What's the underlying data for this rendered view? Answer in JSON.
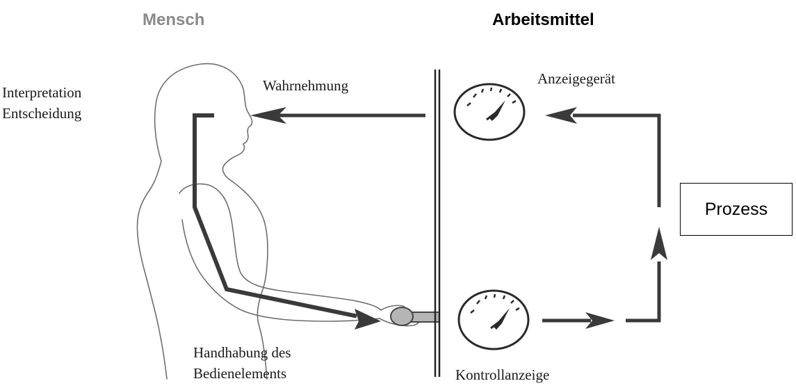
{
  "headers": {
    "human": "Mensch",
    "equipment": "Arbeitsmittel"
  },
  "labels": {
    "interpretation": "Interpretation",
    "decision": "Entscheidung",
    "perception": "Wahrnehmung",
    "display_device": "Anzeigegerät",
    "handling_line1": "Handhabung des",
    "handling_line2": "Bedienelements",
    "control_display": "Kontrollanzeige",
    "process": "Prozess"
  },
  "colors": {
    "human_header": "#8a8a8a",
    "line": "#333333",
    "knob": "#b5b5b5"
  },
  "icons": {
    "human": "human-silhouette-icon",
    "gauge": "gauge-dial-icon",
    "control": "control-knob-icon"
  }
}
